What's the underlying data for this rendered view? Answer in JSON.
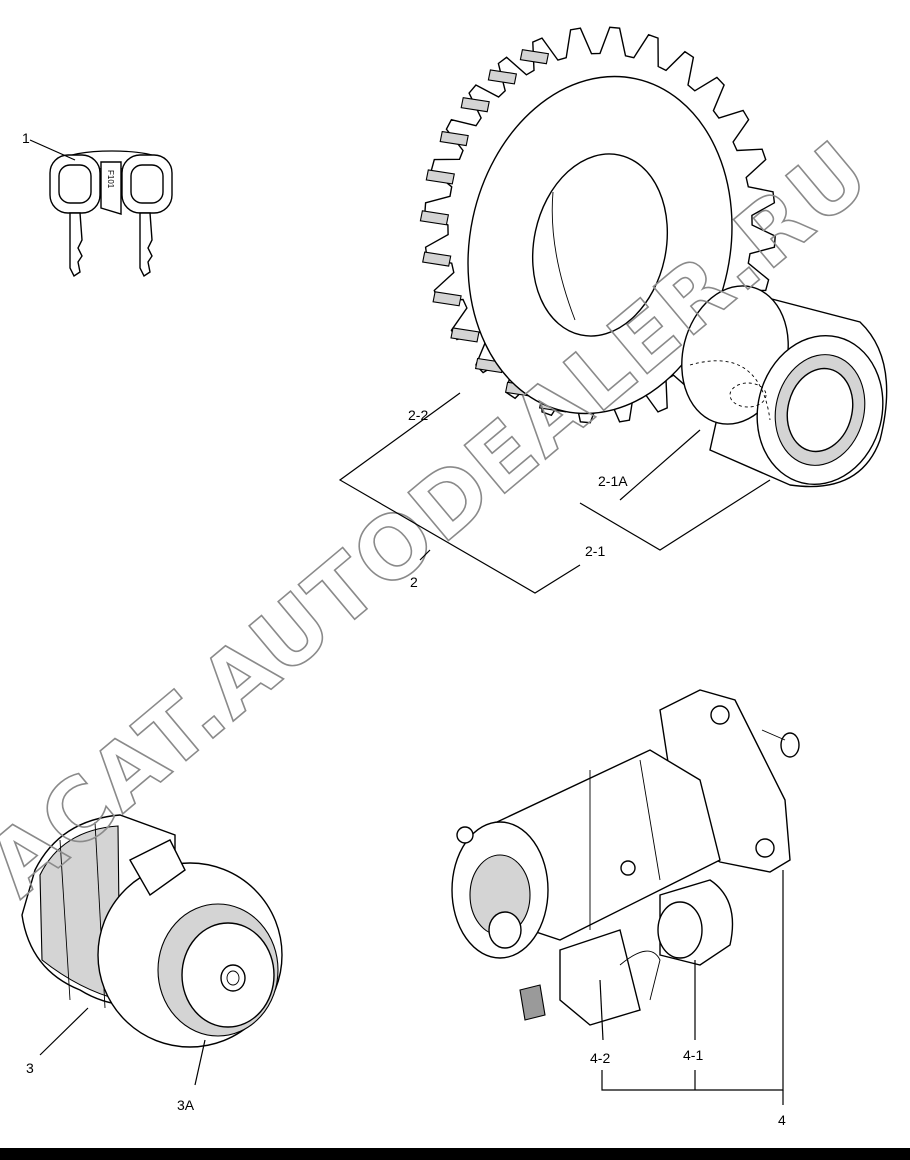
{
  "labels": {
    "keys": "1",
    "key_tag": "F101",
    "assembly_2": "2",
    "gear": "2-2",
    "hub": "2-1",
    "hub_insert": "2-1A",
    "alternator": "3",
    "alternator_pulley": "3A",
    "starter": "4",
    "starter_solenoid": "4-1",
    "starter_body": "4-2"
  },
  "watermark": "ACAT.AUTODEALER.RU"
}
